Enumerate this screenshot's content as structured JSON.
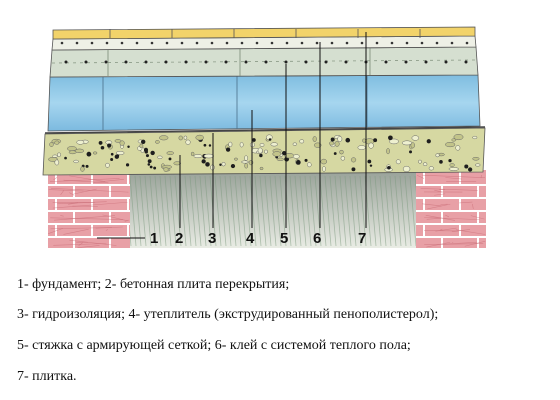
{
  "diagram": {
    "labels": [
      "1",
      "2",
      "3",
      "4",
      "5",
      "6",
      "7"
    ],
    "legend": [
      "1- фундамент;  2- бетонная плита перекрытия;",
      "3-  гидроизоляция;  4- утеплитель (экструдированный  пенополистерол);",
      "5- стяжка с армирующей сеткой; 6- клей с системой теплого пола;",
      "7- плитка."
    ]
  },
  "colors": {
    "tile": "#f2d36a",
    "adhesive": "#eef0e6",
    "screed": "#d5dfd0",
    "insulation": "#8fc7e6",
    "concrete": "#d6d8a2",
    "brick": "#e8a0a6",
    "mortar": "#ffffff"
  }
}
